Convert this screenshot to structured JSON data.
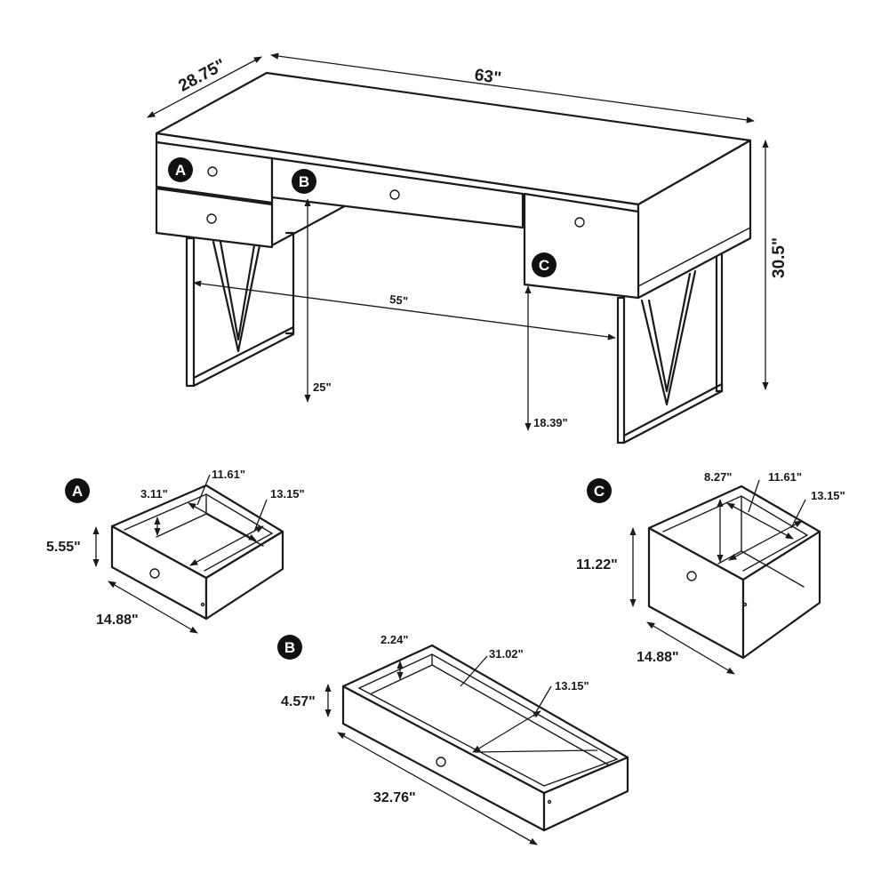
{
  "desk": {
    "width": "63\"",
    "depth": "28.75\"",
    "height": "30.5\"",
    "leg_span": "55\"",
    "knee_clearance": "25\"",
    "drawer_c_clearance": "18.39\""
  },
  "badges": {
    "a": "A",
    "b": "B",
    "c": "C"
  },
  "drawer_a": {
    "height": "5.55\"",
    "width": "14.88\"",
    "inner_depth": "11.61\"",
    "inner_height": "3.11\"",
    "inner_width": "13.15\""
  },
  "drawer_b": {
    "height": "4.57\"",
    "width": "32.76\"",
    "inner_height": "2.24\"",
    "inner_length": "31.02\"",
    "inner_width": "13.15\""
  },
  "drawer_c": {
    "height": "11.22\"",
    "width": "14.88\"",
    "inner_height": "8.27\"",
    "inner_depth": "11.61\"",
    "inner_width": "13.15\""
  }
}
